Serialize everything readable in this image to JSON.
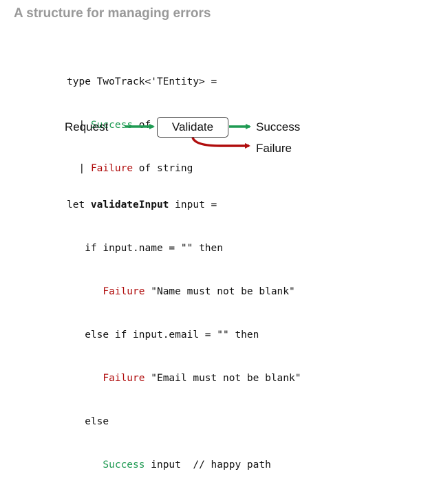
{
  "title": "A structure for managing errors",
  "type_def": {
    "line1": "type TwoTrack<'TEntity> =",
    "bar": "|",
    "success_kw": "Success",
    "success_rest": " of 'TEntity",
    "failure_kw": "Failure",
    "failure_rest": " of string"
  },
  "diagram": {
    "request": "Request",
    "validate": "Validate",
    "success": "Success",
    "failure": "Failure",
    "colors": {
      "success_arrow": "#1e9a52",
      "failure_arrow": "#b00d0d"
    }
  },
  "func": {
    "let_kw": "let ",
    "name": "validateInput",
    "sig_rest": " input =",
    "if1": "if input.name = \"\" then",
    "fail1_kw": "Failure",
    "fail1_msg": " \"Name must not be blank\"",
    "if2": "else if input.email = \"\" then",
    "fail2_kw": "Failure",
    "fail2_msg": " \"Email must not be blank\"",
    "else_kw": "else",
    "succ_kw": "Success",
    "succ_rest": " input  // happy path"
  }
}
